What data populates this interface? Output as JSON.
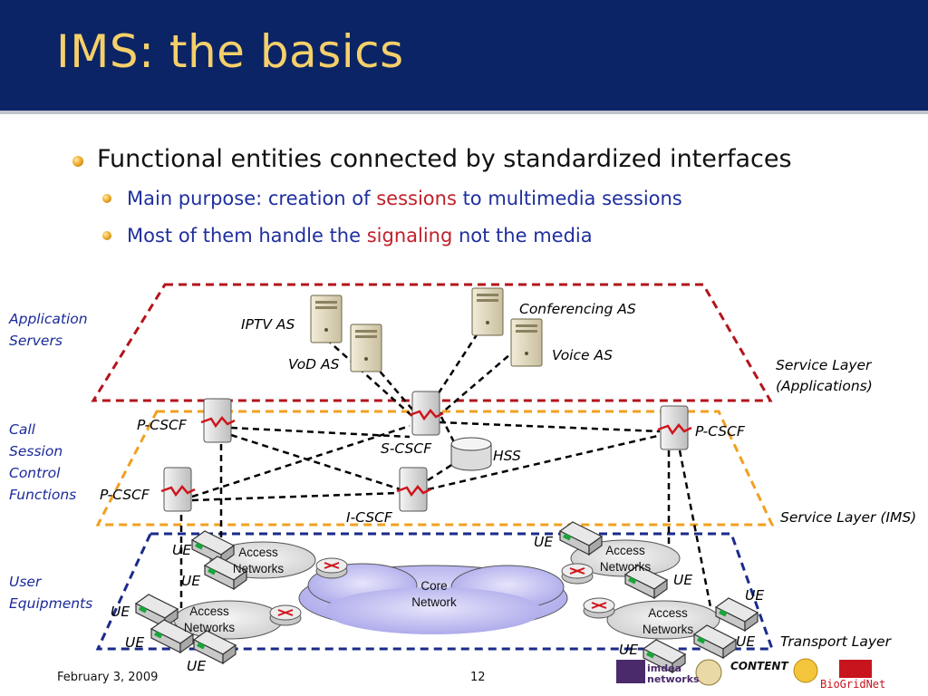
{
  "slide": {
    "title": "IMS: the basics",
    "bullets": {
      "main": "Functional entities connected by standardized interfaces",
      "sub1": {
        "a": "Main purpose: creation of ",
        "b": "sessions",
        "c": " to multimedia sessions"
      },
      "sub2": {
        "a": "Most of them handle the ",
        "b": "signaling",
        "c": " not the media"
      }
    },
    "colors": {
      "title_bar": "#0b2466",
      "title_text": "#f5d06a",
      "sub_bullet": "#1f2f9e",
      "highlight": "#c0202a"
    }
  },
  "diagram": {
    "side_labels": {
      "app_servers": [
        "Application",
        "Servers"
      ],
      "cscf": [
        "Call",
        "Session",
        "Control",
        "Functions"
      ],
      "ue": [
        "User",
        "Equipments"
      ]
    },
    "layer_labels": {
      "service_apps": [
        "Service Layer",
        "(Applications)"
      ],
      "service_ims": "Service Layer (IMS)",
      "transport": "Transport Layer"
    },
    "servers": {
      "iptv": "IPTV AS",
      "vod": "VoD AS",
      "conf": "Conferencing AS",
      "voice": "Voice AS"
    },
    "nodes": {
      "pcscf_left_top": "P-CSCF",
      "pcscf_left": "P-CSCF",
      "pcscf_right": "P-CSCF",
      "scscf": "S-CSCF",
      "icscf": "I-CSCF",
      "hss": "HSS"
    },
    "networks": {
      "core": "Core\nNetwork",
      "access_tl": "Access\nNetworks",
      "access_bl": "Access\nNetworks",
      "access_tr": "Access\nNetworks",
      "access_br": "Access\nNetworks"
    },
    "ue_label": "UE"
  },
  "footer": {
    "date": "February 3, 2009",
    "page": "12",
    "logos": [
      "imdea networks",
      "CONTENT",
      "BioGridNet"
    ]
  }
}
